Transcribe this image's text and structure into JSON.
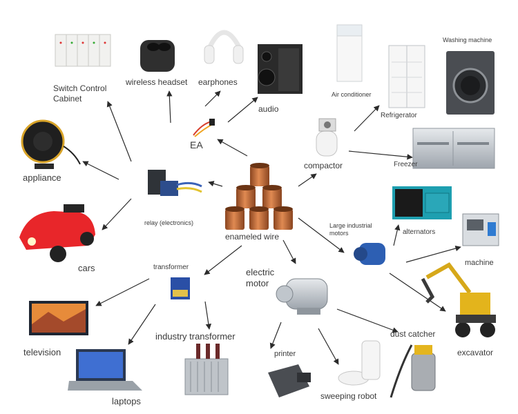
{
  "center": {
    "label": "enameled wire"
  },
  "hubs": {
    "relay": "relay (electronics)",
    "ea": "EA",
    "compactor": "compactor",
    "large_motors": "Large industrial\nmotors",
    "electric_motor": "electric\nmotor",
    "transformer": "transformer"
  },
  "products": {
    "switch_cabinet": "Switch Control\nCabinet",
    "wireless_headset": "wireless headset",
    "earphones": "earphones",
    "audio": "audio",
    "appliance": "appliance",
    "cars": "cars",
    "air_conditioner": "Air conditioner",
    "washing_machine": "Washing machine",
    "refrigerator": "Refrigerator",
    "freezer": "Freezer",
    "alternators": "alternators",
    "machine": "machine",
    "excavator": "excavator",
    "television": "television",
    "laptops": "laptops",
    "industry_transformer": "industry transformer",
    "printer": "printer",
    "sweeping_robot": "sweeping robot",
    "dust_catcher": "dust catcher"
  },
  "colors": {
    "arrow": "#2b2b2b",
    "copper": "#c8703d",
    "copper_dark": "#8a4520",
    "car_red": "#e8262a",
    "dark_gray": "#3b3b3b",
    "steel": "#c9ced4",
    "excavator_yellow": "#e3b41c"
  }
}
